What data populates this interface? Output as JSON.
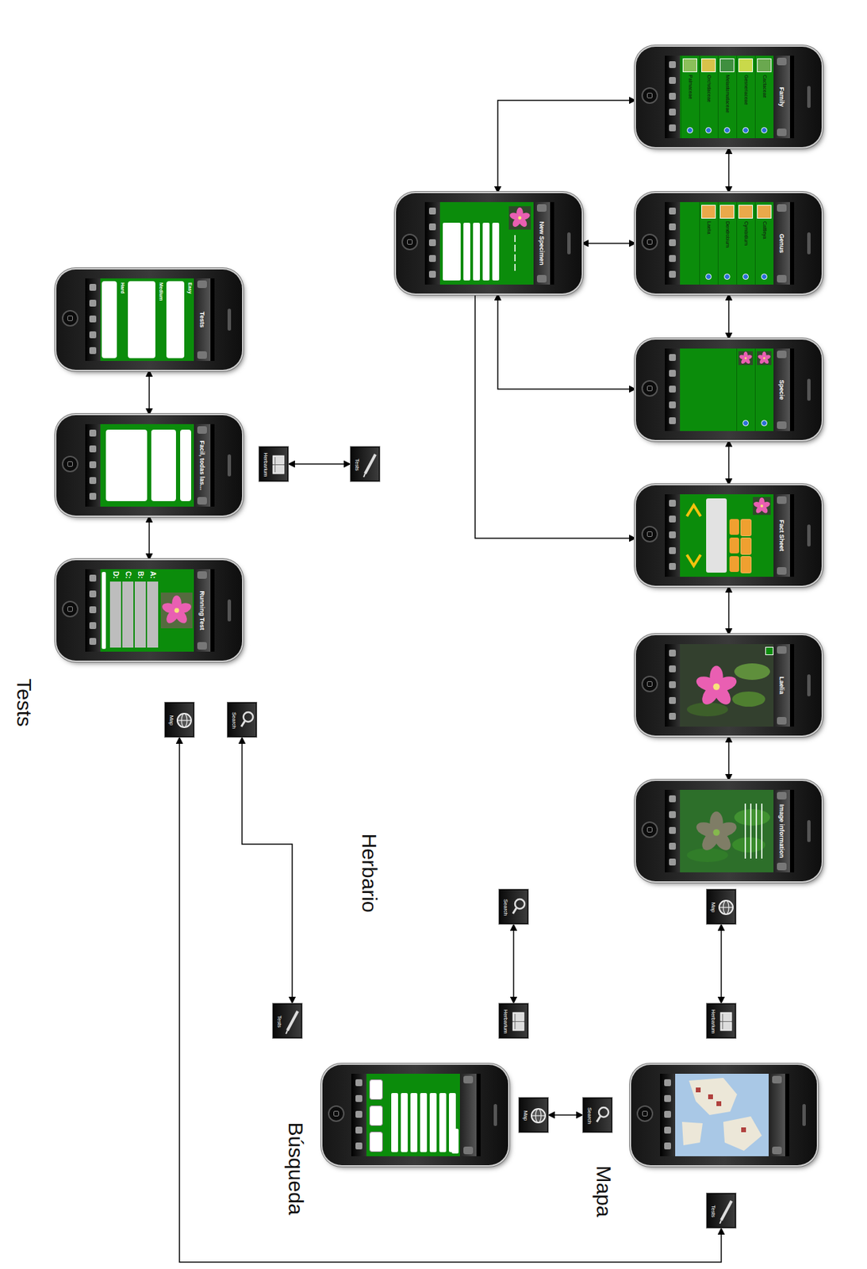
{
  "diagram": {
    "nodes": [
      {
        "text": [
          "Tests"
        ]
      },
      {
        "text": [
          "Tests"
        ],
        "in": 0
      },
      {
        "text": [
          "Facil, todas las..."
        ],
        "in": 0
      },
      {
        "text": [
          "Running Test"
        ],
        "in": 0
      },
      {
        "text": [
          "Herbarium"
        ],
        "in": 0
      },
      {
        "text": [
          "Search"
        ],
        "in": 0
      },
      {
        "text": [
          "Map"
        ],
        "in": 0
      },
      {
        "text": [
          "Herbario"
        ]
      },
      {
        "text": [
          "Family"
        ],
        "in": 7
      },
      {
        "text": [
          "Genus"
        ],
        "in": 7
      },
      {
        "text": [
          "Specie"
        ],
        "in": 7
      },
      {
        "text": [
          "Fact Sheet"
        ],
        "in": 7
      },
      {
        "text": [
          "Laelia"
        ],
        "in": 7
      },
      {
        "text": [
          "Image information"
        ],
        "in": 7
      },
      {
        "text": [
          "New Specimen"
        ],
        "in": 7
      },
      {
        "text": [
          "Tests"
        ],
        "in": 7
      },
      {
        "text": [
          "Search"
        ],
        "in": 7
      },
      {
        "text": [
          "Map"
        ],
        "in": 7
      },
      {
        "text": [
          "Búsqueda"
        ]
      },
      {
        "text": [
          "Tests"
        ],
        "in": 18
      },
      {
        "text": [
          "Herbarium"
        ],
        "in": 18
      },
      {
        "text": [
          "Map"
        ],
        "in": 18
      },
      {
        "text": [
          "Mapa"
        ]
      },
      {
        "text": [
          "Herbarium"
        ],
        "in": 22
      },
      {
        "text": [
          "Search"
        ],
        "in": 22
      },
      {
        "text": [
          "Tests"
        ],
        "in": 22
      }
    ],
    "edges": [
      {
        "from": 1,
        "to": 2,
        "arrow": "both"
      },
      {
        "from": 2,
        "to": 3,
        "arrow": "both"
      },
      {
        "from": 4,
        "to": 15,
        "arrow": "both"
      },
      {
        "from": 5,
        "to": 19,
        "arrow": "both"
      },
      {
        "from": 6,
        "to": 25,
        "arrow": "both"
      },
      {
        "from": 16,
        "to": 20,
        "arrow": "both"
      },
      {
        "from": 17,
        "to": 23,
        "arrow": "both"
      },
      {
        "from": 21,
        "to": 24,
        "arrow": "both"
      },
      {
        "from": 8,
        "to": 9,
        "arrow": "both"
      },
      {
        "from": 9,
        "to": 10,
        "arrow": "both"
      },
      {
        "from": 10,
        "to": 11,
        "arrow": "both"
      },
      {
        "from": 11,
        "to": 12,
        "arrow": "both"
      },
      {
        "from": 12,
        "to": 13,
        "arrow": "both"
      },
      {
        "from": 14,
        "to": 8,
        "arrow": "both"
      },
      {
        "from": 14,
        "to": 9,
        "arrow": "both"
      },
      {
        "from": 14,
        "to": 10,
        "arrow": "both"
      },
      {
        "from": 14,
        "to": 11,
        "arrow": "to"
      }
    ],
    "labels": [
      "Cactaceae",
      "Gesneriaceae",
      "Melastomataceae",
      "Orchidaceae",
      "Palmaceae",
      "Cattleya",
      "Cymbidium",
      "Dendrobium",
      "Laelia",
      "Easy",
      "Medium",
      "Hard",
      "A:",
      "B:",
      "C:",
      "D:"
    ]
  }
}
